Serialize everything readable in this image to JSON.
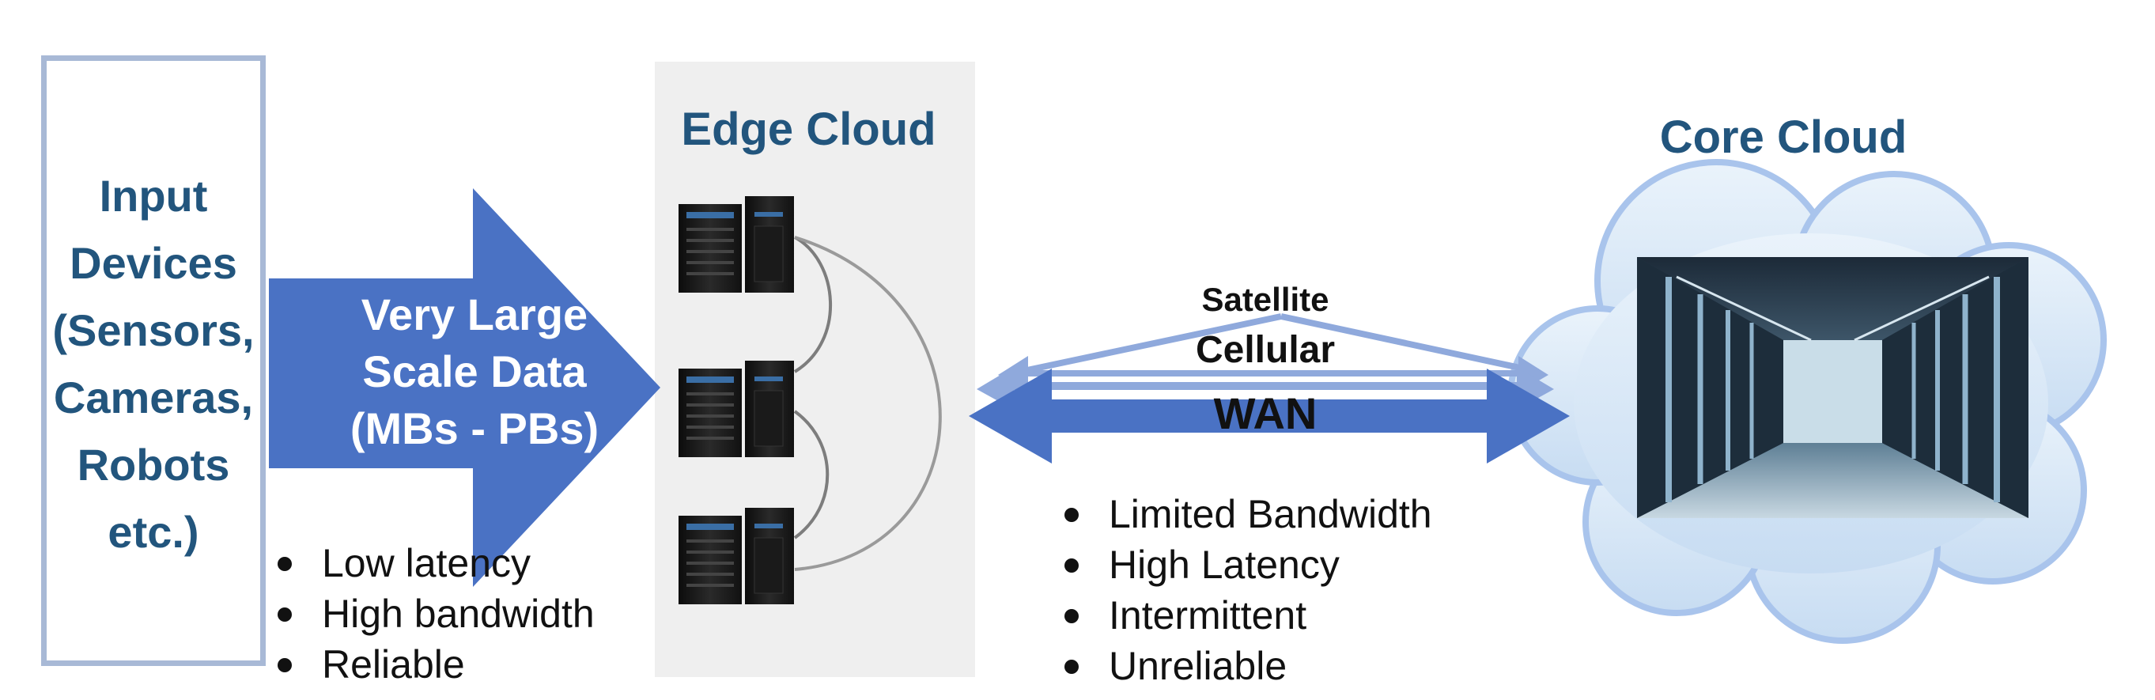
{
  "input_devices": {
    "lines": [
      "Input",
      "Devices",
      "(Sensors,",
      "Cameras,",
      "Robots",
      "etc.)"
    ]
  },
  "data_arrow": {
    "lines": [
      "Very Large",
      "Scale Data",
      "(MBs - PBs)"
    ]
  },
  "edge_cloud": {
    "title": "Edge Cloud",
    "properties": [
      "Low latency",
      "High bandwidth",
      "Reliable"
    ]
  },
  "network": {
    "links": [
      "Satellite",
      "Cellular",
      "WAN"
    ],
    "properties": [
      "Limited Bandwidth",
      "High Latency",
      "Intermittent",
      "Unreliable"
    ]
  },
  "core_cloud": {
    "title": "Core Cloud"
  },
  "colors": {
    "arrow_blue": "#4a72c4",
    "link_light_blue": "#8fa9dc",
    "title_blue": "#22557d",
    "box_border": "#a8b9d6",
    "edge_panel": "#efefef",
    "cloud_fill": "#d6e6f6",
    "cloud_outline": "#a9c4ec"
  }
}
